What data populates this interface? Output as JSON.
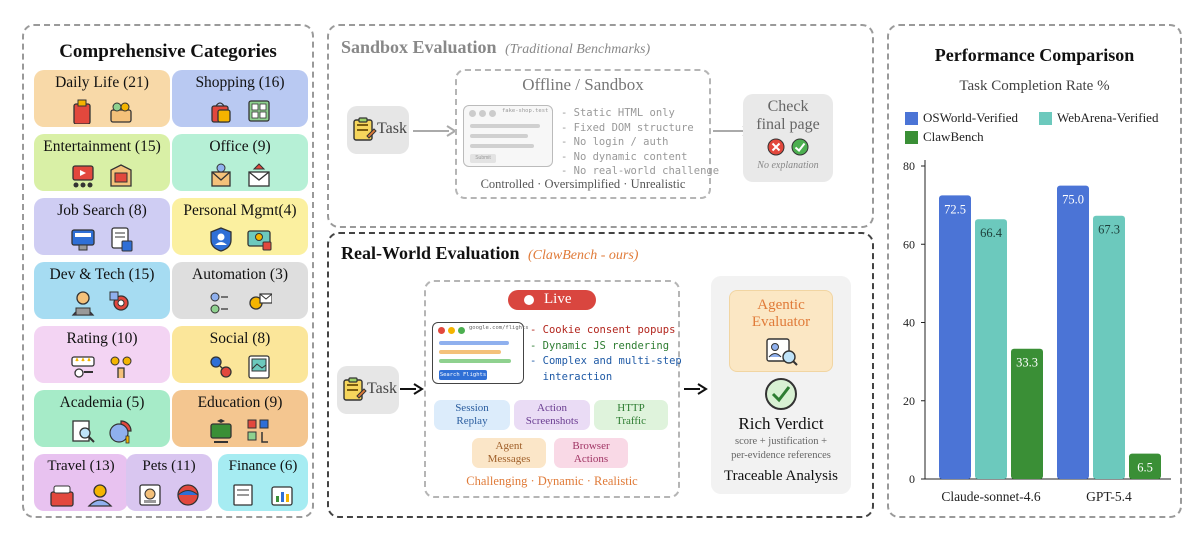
{
  "categories": {
    "title": "Comprehensive Categories",
    "items": [
      {
        "label": "Daily Life (21)",
        "color": "#f8d9a8"
      },
      {
        "label": "Shopping (16)",
        "color": "#b9c9f2"
      },
      {
        "label": "Entertainment (15)",
        "color": "#d9f0a6"
      },
      {
        "label": "Office (9)",
        "color": "#b6f0d6"
      },
      {
        "label": "Job Search (8)",
        "color": "#cfcdf3"
      },
      {
        "label": "Personal Mgmt(4)",
        "color": "#fbf0a0"
      },
      {
        "label": "Dev & Tech (15)",
        "color": "#a6dcf2"
      },
      {
        "label": "Automation (3)",
        "color": "#dedede"
      },
      {
        "label": "Rating (10)",
        "color": "#f3d4f3"
      },
      {
        "label": "Social (8)",
        "color": "#fbe69a"
      },
      {
        "label": "Academia (5)",
        "color": "#a6ebc8"
      },
      {
        "label": "Education (9)",
        "color": "#f4c690"
      },
      {
        "label": "Travel (13)",
        "color": "#e8c2f0"
      },
      {
        "label": "Pets (11)",
        "color": "#d9c6f0"
      },
      {
        "label": "Finance (6)",
        "color": "#a6ecf2"
      }
    ]
  },
  "sandbox": {
    "title": "Sandbox Evaluation",
    "subtitle": "(Traditional Benchmarks)",
    "task_label": "Task",
    "box_title": "Offline / Sandbox",
    "url": "fake-shop.test",
    "submit_label": "Submit",
    "features": [
      "- Static HTML only",
      "- Fixed DOM structure",
      "- No login / auth",
      "- No dynamic content",
      "- No real-world challenge"
    ],
    "footer": "Controlled · Oversimplified · Unrealistic",
    "check_title_1": "Check",
    "check_title_2": "final page",
    "check_note": "No explanation"
  },
  "realworld": {
    "title": "Real-World Evaluation",
    "subtitle": "(ClawBench - ours)",
    "task_label": "Task",
    "live_label": "Live",
    "url": "google.com/flights",
    "search_label": "Search Flights",
    "features": [
      {
        "text": "- Cookie consent popups",
        "color": "#b3261e"
      },
      {
        "text": "- Dynamic JS rendering",
        "color": "#2e7d32"
      },
      {
        "text": "- Complex and multi-step",
        "color": "#1f5aa6"
      },
      {
        "text": "  interaction",
        "color": "#1f5aa6"
      }
    ],
    "chips": [
      {
        "line1": "Session",
        "line2": "Replay",
        "bg": "#dcecfb",
        "fg": "#2a5d9f"
      },
      {
        "line1": "Action",
        "line2": "Screenshots",
        "bg": "#eadcf5",
        "fg": "#6a3d91"
      },
      {
        "line1": "HTTP",
        "line2": "Traffic",
        "bg": "#dff3dc",
        "fg": "#2e7d32"
      },
      {
        "line1": "Agent",
        "line2": "Messages",
        "bg": "#fbe6c8",
        "fg": "#a0602a"
      },
      {
        "line1": "Browser",
        "line2": "Actions",
        "bg": "#f9d9e6",
        "fg": "#a03464"
      }
    ],
    "footer": "Challenging · Dynamic · Realistic",
    "evaluator_1": "Agentic",
    "evaluator_2": "Evaluator",
    "verdict": "Rich Verdict",
    "verdict_note_1": "score + justification +",
    "verdict_note_2": "per-evidence references",
    "analysis": "Traceable Analysis"
  },
  "colors": {
    "osworld": "#4b74d6",
    "webarena": "#6cc9bd",
    "clawbench": "#3a8f36",
    "accent_orange": "#e07b39",
    "live_red": "#d9463f"
  },
  "chart_data": {
    "type": "bar",
    "title": "Performance Comparison",
    "subtitle": "Task Completion Rate %",
    "categories": [
      "Claude-sonnet-4.6",
      "GPT-5.4"
    ],
    "series": [
      {
        "name": "OSWorld-Verified",
        "values": [
          72.5,
          75.0
        ],
        "labels": [
          "72.5",
          "75.0"
        ],
        "color": "#4b74d6",
        "label_color": "#ffffff"
      },
      {
        "name": "WebArena-Verified",
        "values": [
          66.4,
          67.3
        ],
        "labels": [
          "66.4",
          "67.3"
        ],
        "color": "#6cc9bd",
        "label_color": "#1d3f3a"
      },
      {
        "name": "ClawBench",
        "values": [
          33.3,
          6.5
        ],
        "labels": [
          "33.3",
          "6.5"
        ],
        "color": "#3a8f36",
        "label_color": "#ffffff"
      }
    ],
    "yticks": [
      "0",
      "20",
      "40",
      "60",
      "80"
    ],
    "ylim": [
      0,
      80
    ],
    "legend": "top",
    "grid": false
  }
}
